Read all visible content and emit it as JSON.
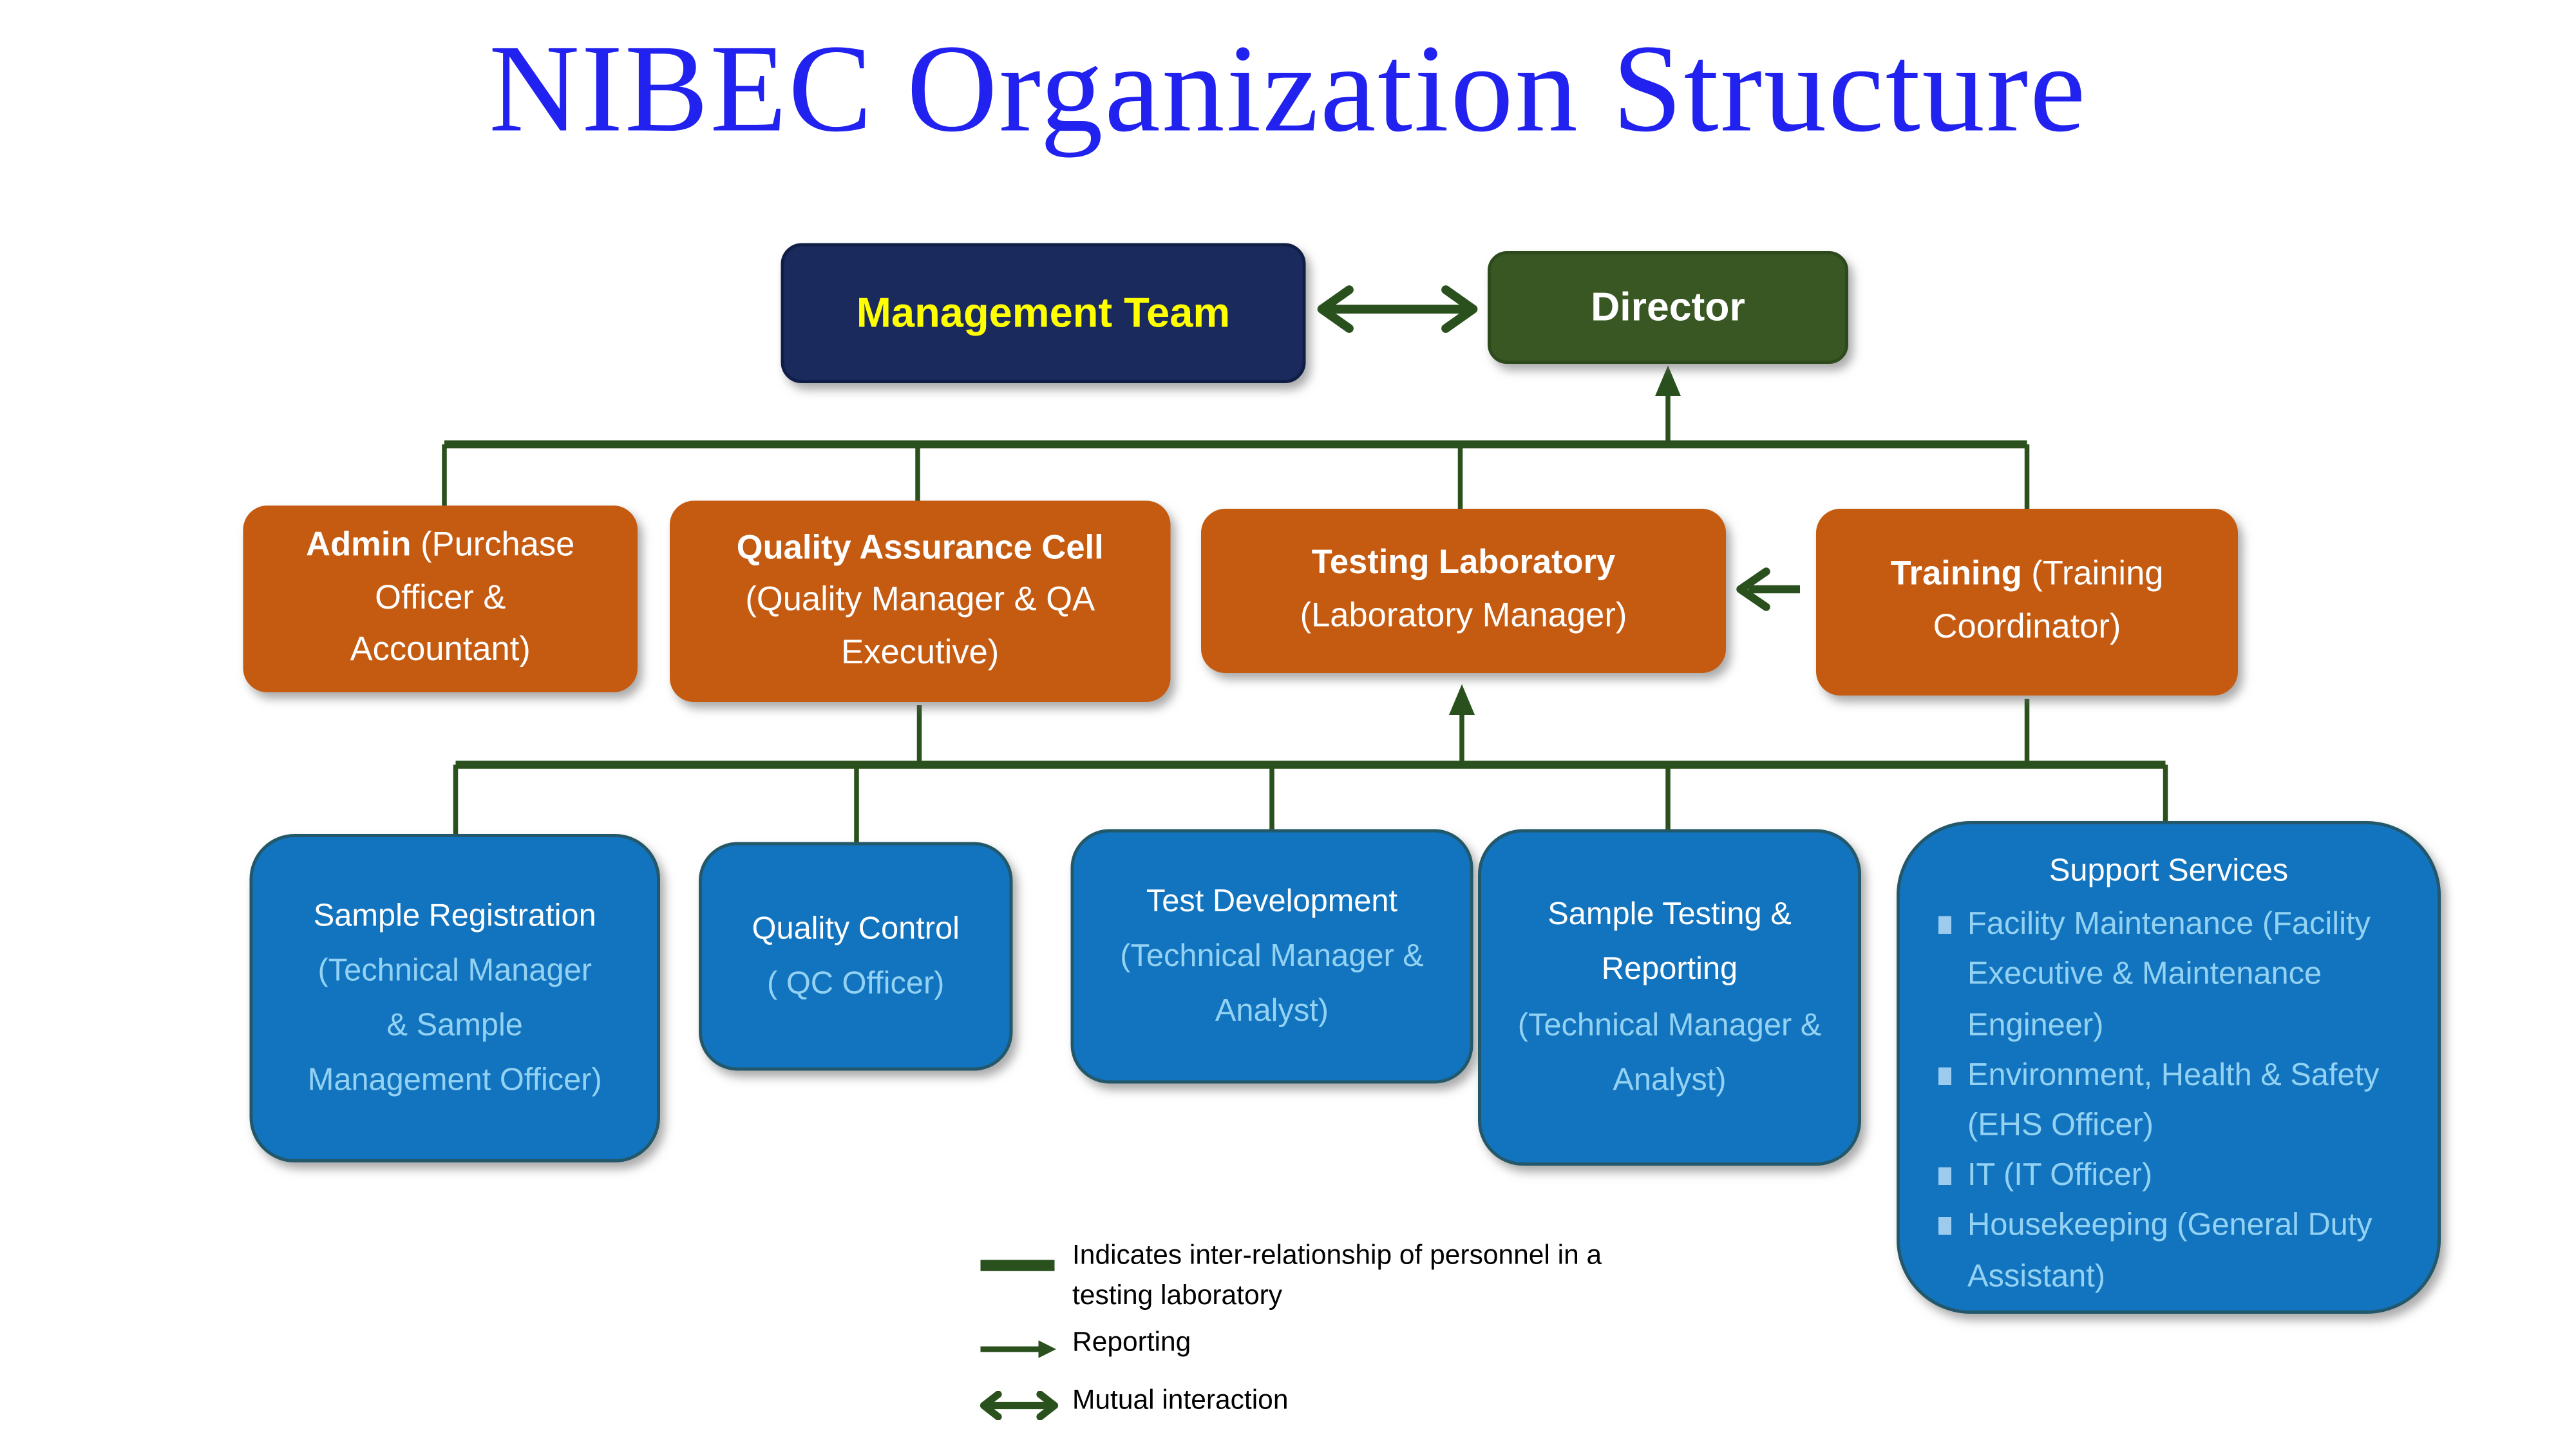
{
  "title": "NIBEC Organization Structure",
  "top": {
    "management_team": "Management Team",
    "director": "Director"
  },
  "level2": [
    {
      "bold": "Admin",
      "rest": " (Purchase Officer & Accountant)"
    },
    {
      "bold": "Quality Assurance Cell",
      "rest": " (Quality Manager & QA Executive)"
    },
    {
      "bold": "Testing Laboratory",
      "rest": " (Laboratory Manager)"
    },
    {
      "bold": "Training",
      "rest": " (Training Coordinator)"
    }
  ],
  "level3": [
    {
      "title": "Sample Registration",
      "sub": "(Technical Manager & Sample Management Officer)"
    },
    {
      "title": "Quality Control",
      "sub": "( QC Officer)"
    },
    {
      "title": "Test Development",
      "sub": "(Technical Manager & Analyst)"
    },
    {
      "title": "Sample Testing & Reporting",
      "sub": "(Technical Manager & Analyst)"
    }
  ],
  "support_services": {
    "title": "Support Services",
    "items": [
      "Facility Maintenance (Facility Executive & Maintenance Engineer)",
      "Environment, Health & Safety (EHS Officer)",
      "IT (IT Officer)",
      "Housekeeping (General Duty Assistant)"
    ]
  },
  "legend": {
    "items": [
      {
        "symbol": "line",
        "label": "Indicates inter-relationship of personnel in a testing laboratory"
      },
      {
        "symbol": "arrow",
        "label": "Reporting"
      },
      {
        "symbol": "double-arrow",
        "label": "Mutual interaction"
      }
    ]
  },
  "colors": {
    "title_blue": "#2222F0",
    "navy": "#1B2A5C",
    "director_green": "#385723",
    "orange": "#C55A11",
    "box_blue": "#1274BE",
    "box_blue_border": "#23586B",
    "light_blue_text": "#93D2F3",
    "connector_green": "#2A511D",
    "yellow_text": "#FFFF00"
  }
}
